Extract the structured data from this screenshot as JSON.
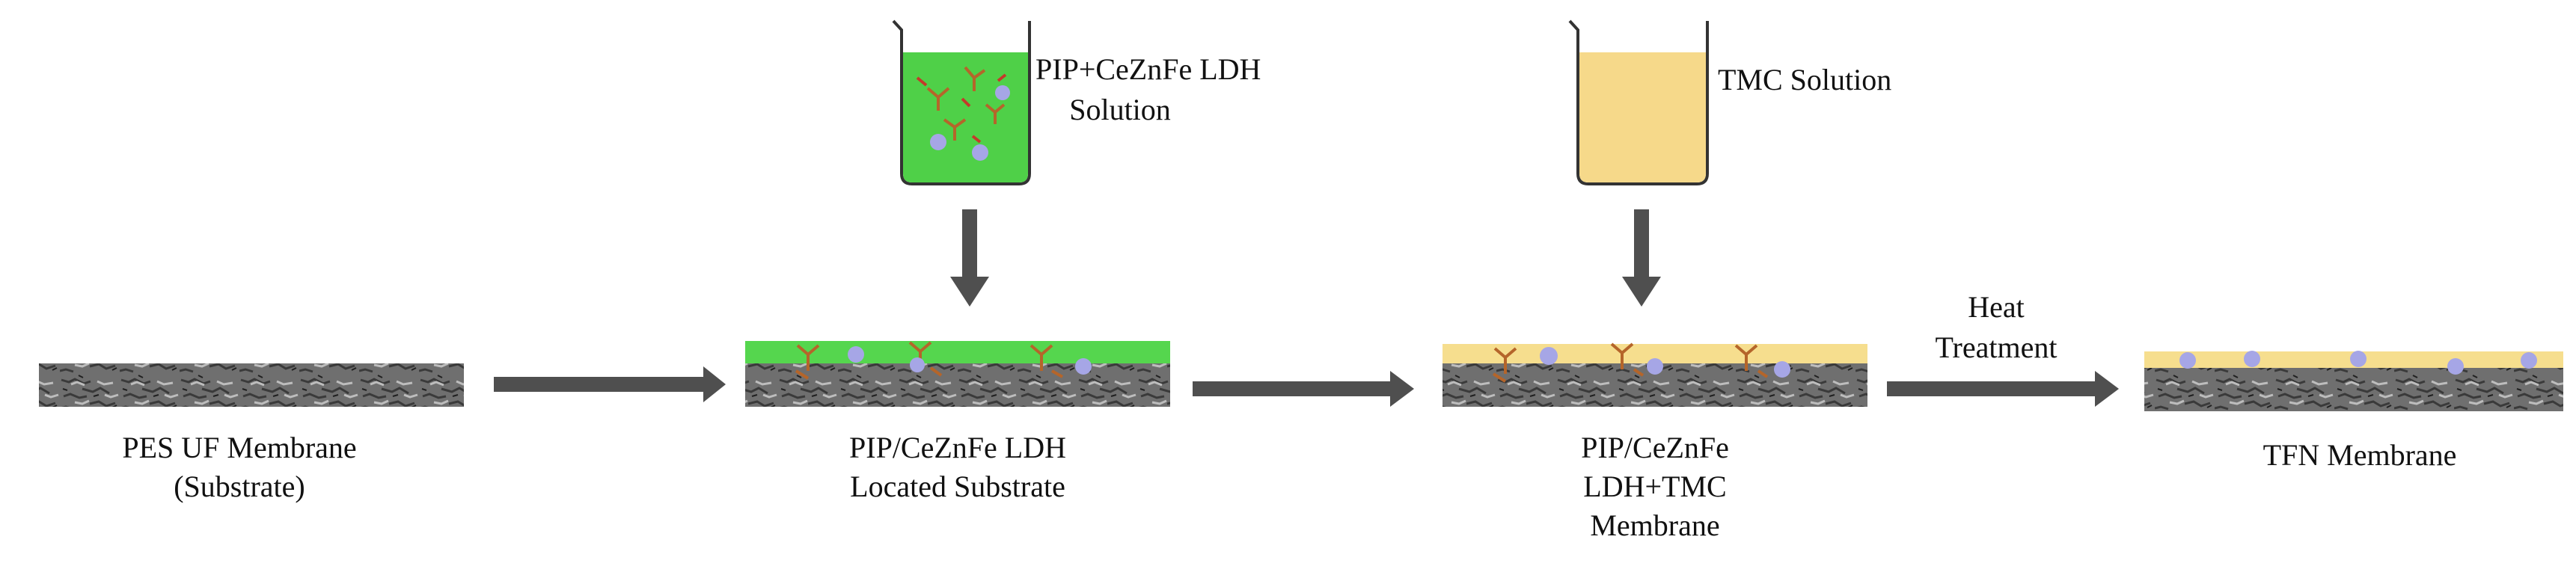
{
  "colors": {
    "substrate_base": "#6f6f6f",
    "substrate_dark": "#3a3a3a",
    "substrate_light": "#bdbdbd",
    "pip_layer": "#55d64e",
    "pip_solution": "#4fd048",
    "tmc_layer": "#f6de8e",
    "tmc_solution": "#f6d98a",
    "arrow": "#4f4f4f",
    "molecule": "#b5652a",
    "molecule_alt": "#c43a2a",
    "particle": "#a6a6e6"
  },
  "beakers": {
    "pip": {
      "label_line1": "PIP+CeZnFe LDH",
      "label_line2": "Solution"
    },
    "tmc": {
      "label": "TMC Solution"
    }
  },
  "steps": {
    "step1": {
      "line1": "PES UF Membrane",
      "line2": "(Substrate)"
    },
    "step2": {
      "line1": "PIP/CeZnFe LDH",
      "line2": "Located Substrate"
    },
    "step3": {
      "line1": "PIP/CeZnFe",
      "line2": "LDH+TMC",
      "line3": "Membrane"
    },
    "step4": {
      "line1": "TFN Membrane"
    }
  },
  "arrows": {
    "heat": {
      "line1": "Heat",
      "line2": "Treatment"
    }
  }
}
